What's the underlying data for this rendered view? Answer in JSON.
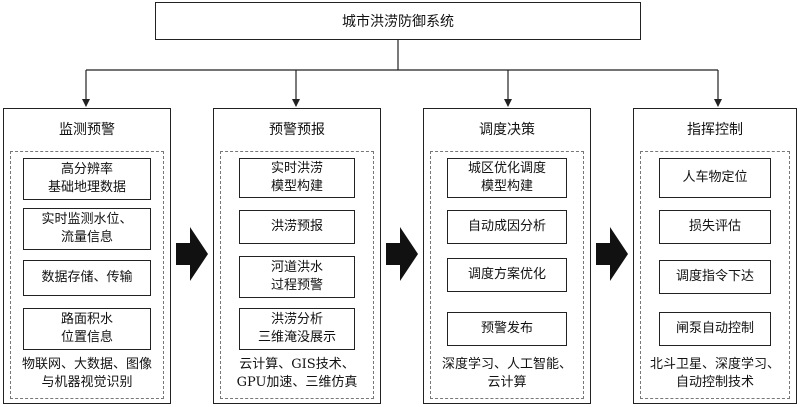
{
  "title": "城市洪涝防御系统",
  "columns": [
    {
      "heading": "监测预警",
      "items": [
        "高分辨率\n基础地理数据",
        "实时监测水位、\n流量信息",
        "数据存储、传输",
        "路面积水\n位置信息"
      ],
      "tech": "物联网、大数据、图像\n与机器视觉识别"
    },
    {
      "heading": "预警预报",
      "items": [
        "实时洪涝\n模型构建",
        "洪涝预报",
        "河道洪水\n过程预警",
        "洪涝分析\n三维淹没展示"
      ],
      "tech": "云计算、GIS技术、\nGPU加速、三维仿真"
    },
    {
      "heading": "调度决策",
      "items": [
        "城区优化调度\n模型构建",
        "自动成因分析",
        "调度方案优化",
        "预警发布"
      ],
      "tech": "深度学习、人工智能、\n云计算"
    },
    {
      "heading": "指挥控制",
      "items": [
        "人车物定位",
        "损失评估",
        "调度指令下达",
        "闸泵自动控制"
      ],
      "tech": "北斗卫星、深度学习、\n自动控制技术"
    }
  ]
}
